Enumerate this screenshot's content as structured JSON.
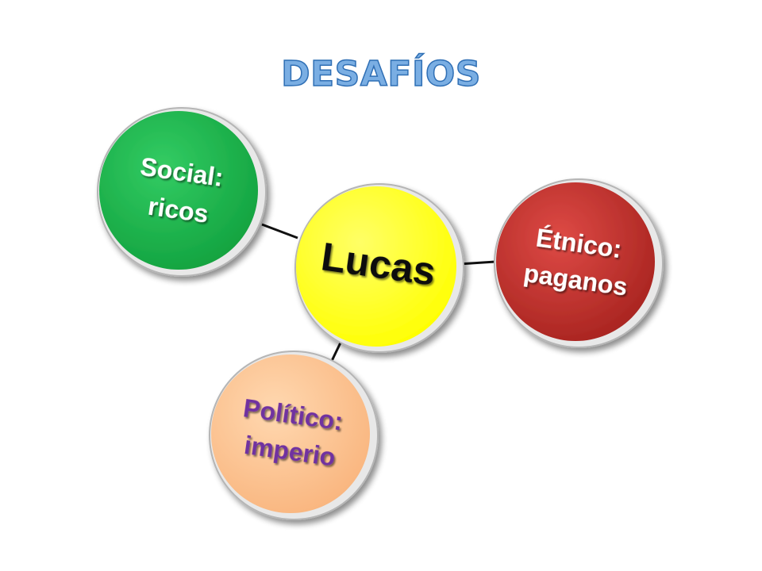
{
  "title": "DESAFÍOS",
  "colors": {
    "title_fill": "#7AAEE3",
    "title_stroke": "#2F6FB5",
    "connector": "#111111"
  },
  "center": {
    "label": "Lucas",
    "fill": "#FFFF00",
    "text_color": "#111111"
  },
  "nodes": [
    {
      "id": "social",
      "line1": "Social:",
      "line2": "ricos",
      "fill": "#1DB24B",
      "text_color": "#FFFFFF"
    },
    {
      "id": "etnico",
      "line1": "Étnico:",
      "line2": "paganos",
      "fill": "#C9302C",
      "text_color": "#FFFFFF"
    },
    {
      "id": "politico",
      "line1": "Político:",
      "line2": "imperio",
      "fill": "#FDC594",
      "text_color": "#7030A0"
    }
  ]
}
